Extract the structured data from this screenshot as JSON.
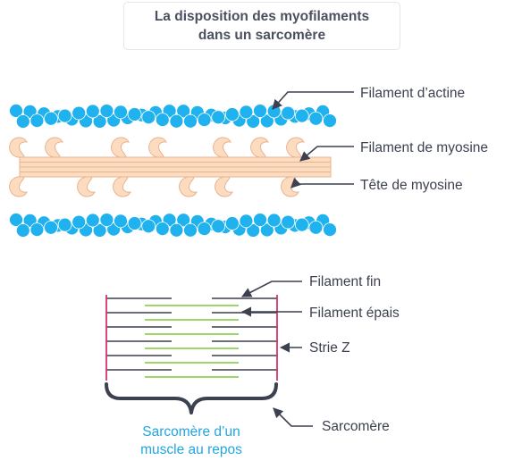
{
  "title": {
    "line1": "La disposition des myofilaments",
    "line2": "dans un sarcomère"
  },
  "labels": {
    "actin": "Filament d’actine",
    "myosin": "Filament de myosine",
    "myosin_head": "Tête de myosine",
    "thin": "Filament fin",
    "thick": "Filament épais",
    "z_line": "Strie Z",
    "sarcomere": "Sarcomère"
  },
  "caption": {
    "line1": "Sarcomère d’un",
    "line2": "muscle au repos"
  },
  "colors": {
    "actin": "#1fb2ee",
    "myosin_fill": "#fcdcc0",
    "myosin_stroke": "#e9b38e",
    "thin_line": "#3a3f4e",
    "thick_line": "#7ec83c",
    "z_line": "#d6336c",
    "brace": "#3c4150",
    "caption": "#22a6e0"
  }
}
